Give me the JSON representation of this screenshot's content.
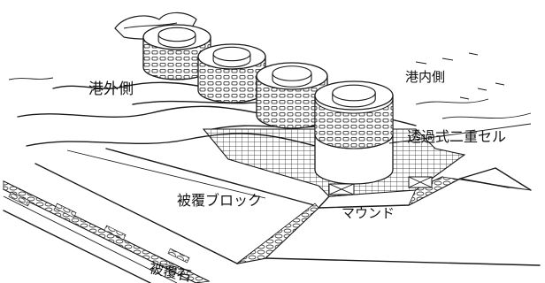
{
  "labels": {
    "outer_harbor": "港外側",
    "inner_harbor": "港内側",
    "double_cell": "透過式二重セル",
    "armor_block": "被覆ブロック",
    "mound": "マウンド",
    "armor_stone": "被覆石"
  },
  "colors": {
    "ink": "#1a1a1a",
    "paper": "#ffffff"
  },
  "cells_count": 4
}
